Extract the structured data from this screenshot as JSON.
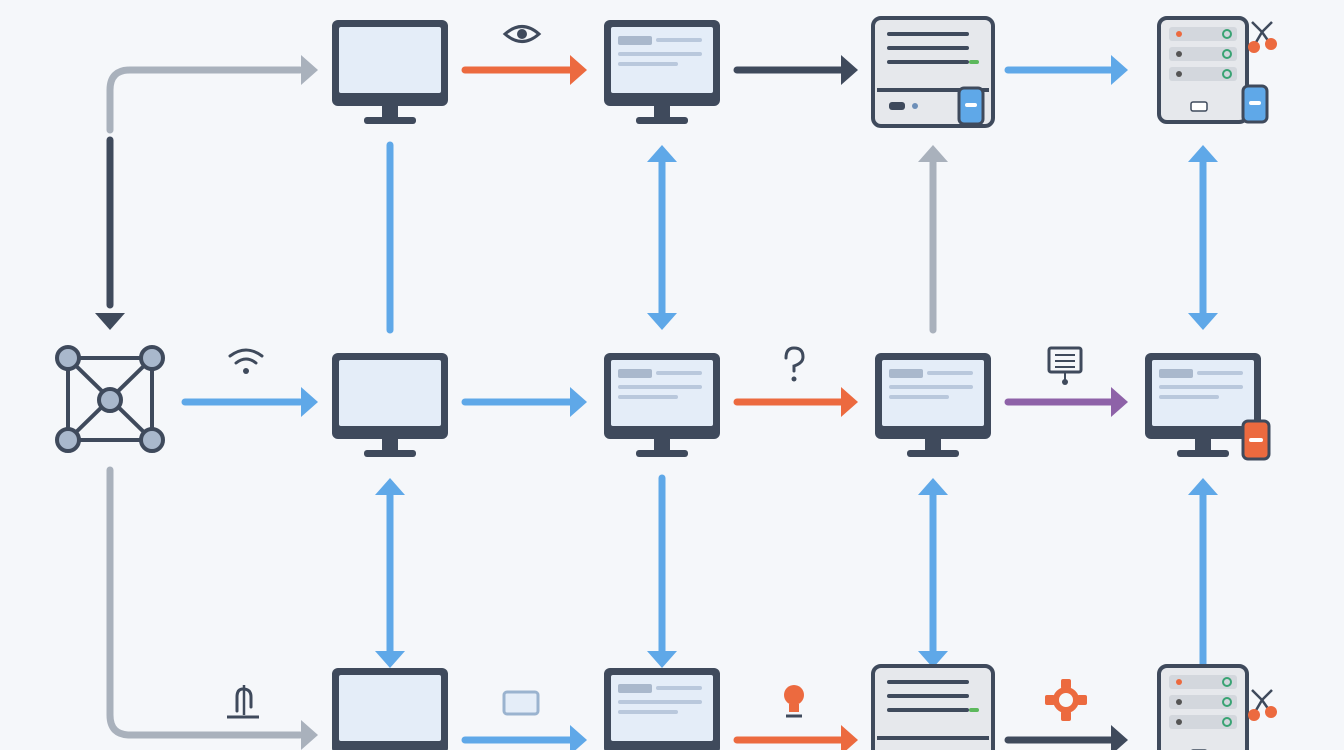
{
  "diagram": {
    "colors": {
      "blue": "#5fa8e8",
      "orange": "#ec6a3f",
      "navy": "#3f4a5c",
      "gray": "#a9b1bc",
      "purple": "#8e62a8",
      "screen": "#e4edf8",
      "frame": "#3f4a5c",
      "server": "#e6e8ec"
    },
    "nodes": [
      {
        "id": "hub",
        "kind": "hub",
        "icon": "network-hub-icon"
      },
      {
        "id": "r1c1",
        "kind": "monitor"
      },
      {
        "id": "r1c2",
        "kind": "monitor-content"
      },
      {
        "id": "r1c3",
        "kind": "server-rack-wide",
        "badge": "blue-storage"
      },
      {
        "id": "r1c4",
        "kind": "server-tower",
        "badge": "blue-storage"
      },
      {
        "id": "r2c1",
        "kind": "monitor"
      },
      {
        "id": "r2c2",
        "kind": "monitor-content"
      },
      {
        "id": "r2c3",
        "kind": "monitor-content"
      },
      {
        "id": "r2c4",
        "kind": "monitor-content",
        "badge": "orange-alert"
      },
      {
        "id": "r3c1",
        "kind": "monitor"
      },
      {
        "id": "r3c2",
        "kind": "monitor-content"
      },
      {
        "id": "r3c3",
        "kind": "server-rack-wide"
      },
      {
        "id": "r3c4",
        "kind": "server-tower"
      }
    ],
    "links": [
      {
        "from": "hub",
        "to": "r1c1",
        "color": "gray",
        "heads": "end"
      },
      {
        "from": "r1c1",
        "to": "hub",
        "color": "navy",
        "heads": "end"
      },
      {
        "from": "hub",
        "to": "r2c1",
        "color": "blue",
        "heads": "end"
      },
      {
        "from": "hub",
        "to": "r3c1",
        "color": "gray",
        "heads": "end"
      },
      {
        "from": "r1c1",
        "to": "r1c2",
        "color": "orange",
        "heads": "end"
      },
      {
        "from": "r1c2",
        "to": "r1c3",
        "color": "navy",
        "heads": "end"
      },
      {
        "from": "r1c3",
        "to": "r1c4",
        "color": "blue",
        "heads": "end"
      },
      {
        "from": "r2c1",
        "to": "r2c2",
        "color": "blue",
        "heads": "end"
      },
      {
        "from": "r2c2",
        "to": "r2c3",
        "color": "orange",
        "heads": "end"
      },
      {
        "from": "r2c3",
        "to": "r2c4",
        "color": "purple",
        "heads": "end"
      },
      {
        "from": "r3c1",
        "to": "r3c2",
        "color": "blue",
        "heads": "end"
      },
      {
        "from": "r3c2",
        "to": "r3c3",
        "color": "orange",
        "heads": "end"
      },
      {
        "from": "r3c3",
        "to": "r3c4",
        "color": "navy",
        "heads": "end"
      },
      {
        "from": "r1c1",
        "to": "r2c1",
        "color": "blue",
        "heads": "none"
      },
      {
        "from": "r1c2",
        "to": "r2c2",
        "color": "blue",
        "heads": "both"
      },
      {
        "from": "r2c3",
        "to": "r1c3",
        "color": "gray",
        "heads": "end"
      },
      {
        "from": "r1c4",
        "to": "r2c4",
        "color": "blue",
        "heads": "both"
      },
      {
        "from": "r2c1",
        "to": "r3c1",
        "color": "blue",
        "heads": "both"
      },
      {
        "from": "r2c2",
        "to": "r3c2",
        "color": "blue",
        "heads": "end"
      },
      {
        "from": "r2c3",
        "to": "r3c3",
        "color": "blue",
        "heads": "both"
      },
      {
        "from": "r3c4",
        "to": "r2c4",
        "color": "blue",
        "heads": "end"
      }
    ],
    "link_icons": [
      {
        "on": "r1c1-r1c2",
        "icon": "eye-icon",
        "color": "navy"
      },
      {
        "on": "r1c4",
        "icon": "alert-nodes-icon",
        "color": "orange"
      },
      {
        "on": "hub-r2c1",
        "icon": "wifi-icon",
        "color": "navy"
      },
      {
        "on": "r2c2-r2c3",
        "icon": "question-icon",
        "color": "navy"
      },
      {
        "on": "r2c3-r2c4",
        "icon": "document-icon",
        "color": "navy"
      },
      {
        "on": "hub-r3c1",
        "icon": "antenna-icon",
        "color": "navy"
      },
      {
        "on": "r3c1-r3c2",
        "icon": "card-icon",
        "color": "blue"
      },
      {
        "on": "r3c2-r3c3",
        "icon": "bulb-icon",
        "color": "orange"
      },
      {
        "on": "r3c3-r3c4",
        "icon": "gear-icon",
        "color": "orange"
      },
      {
        "on": "r3c4",
        "icon": "alert-nodes-icon",
        "color": "orange"
      }
    ]
  }
}
